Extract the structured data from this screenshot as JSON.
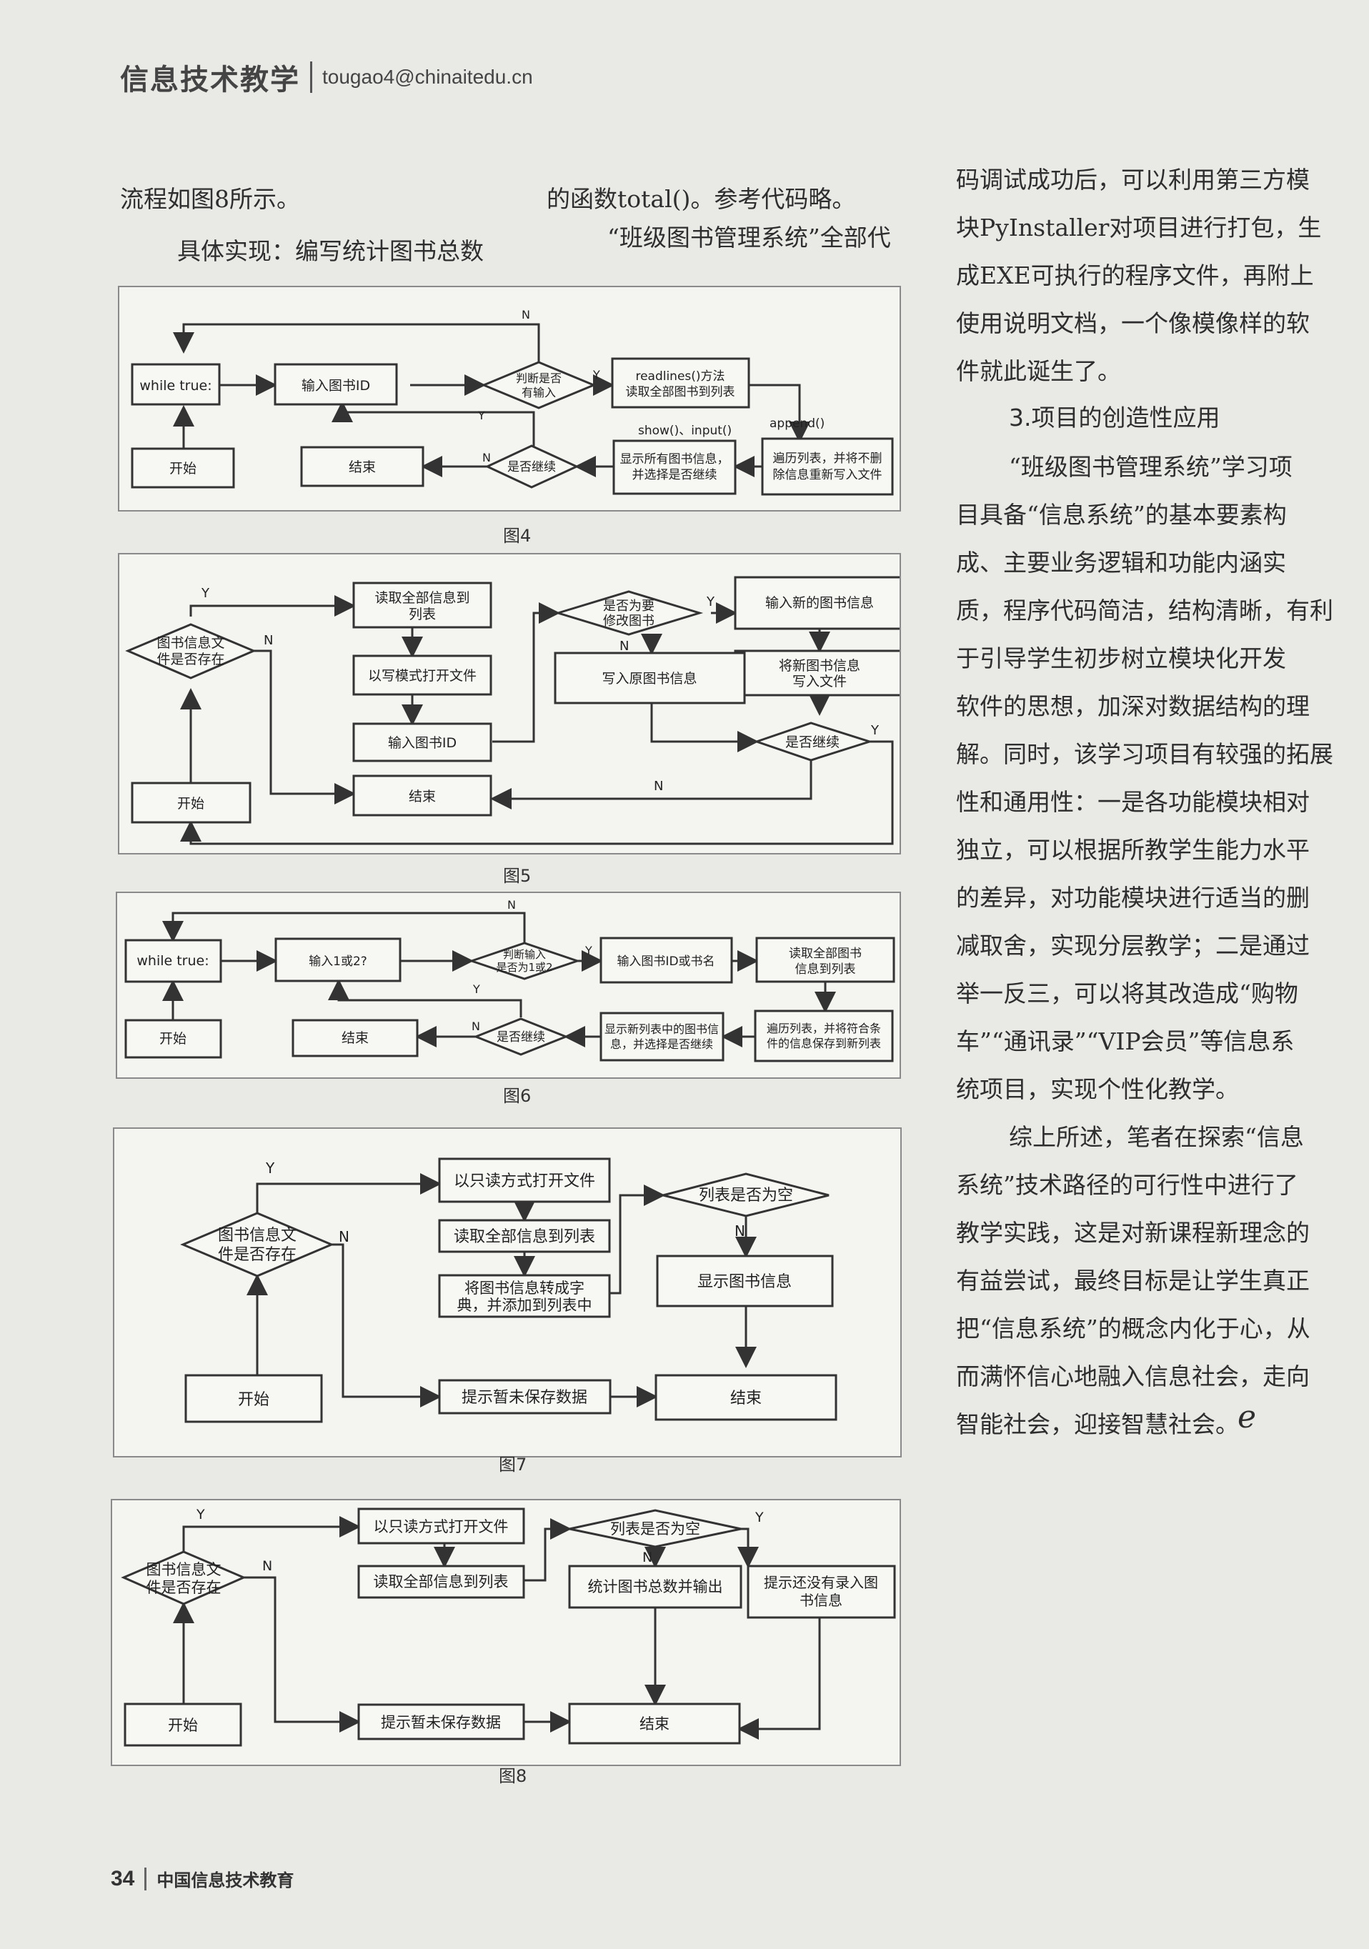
{
  "header": {
    "title": "信息技术教学",
    "email": "tougao4@chinaitedu.cn"
  },
  "left_text": {
    "line1": "流程如图8所示。",
    "line2": "具体实现：编写统计图书总数"
  },
  "mid_text": {
    "line1": "的函数total()。参考代码略。",
    "line2": "“班级图书管理系统”全部代"
  },
  "right_text": {
    "lines": [
      "码调试成功后，可以利用第三方模",
      "块PyInstaller对项目进行打包，生",
      "成EXE可执行的程序文件，再附上",
      "使用说明文档，一个像模像样的软",
      "件就此诞生了。",
      "3.项目的创造性应用",
      "“班级图书管理系统”学习项",
      "目具备“信息系统”的基本要素构",
      "成、主要业务逻辑和功能内涵实",
      "质，程序代码简洁，结构清晰，有利",
      "于引导学生初步树立模块化开发",
      "软件的思想，加深对数据结构的理",
      "解。同时，该学习项目有较强的拓展",
      "性和通用性：一是各功能模块相对",
      "独立，可以根据所教学生能力水平",
      "的差异，对功能模块进行适当的删",
      "减取舍，实现分层教学；二是通过",
      "举一反三，可以将其改造成“购物",
      "车”“通讯录”“VIP会员”等信息系",
      "统项目，实现个性化教学。",
      "综上所述，笔者在探索“信息",
      "系统”技术路径的可行性中进行了",
      "教学实践，这是对新课程新理念的",
      "有益尝试，最终目标是让学生真正",
      "把“信息系统”的概念内化于心，从",
      "而满怀信心地融入信息社会，走向",
      "智能社会，迎接智慧社会。"
    ],
    "end_mark": "e"
  },
  "figures": {
    "fig4": {
      "caption": "图4",
      "while": "while true:",
      "input_id": "输入图书ID",
      "judge": [
        "判断是否",
        "有输入"
      ],
      "read": [
        "readlines()方法",
        "读取全部图书到列表"
      ],
      "traverse": [
        "遍历列表，并将不删",
        "除信息重新写入文件"
      ],
      "show": [
        "显示所有图书信息，",
        "并选择是否继续"
      ],
      "cont": "是否继续",
      "end": "结束",
      "start": "开始",
      "lbl_append": "append()",
      "lbl_show": "show()、input()",
      "Y": "Y",
      "N": "N"
    },
    "fig5": {
      "caption": "图5",
      "exists": [
        "图书信息文",
        "件是否存在"
      ],
      "read_all": [
        "读取全部信息到",
        "列表"
      ],
      "open_write": "以写模式打开文件",
      "input_id": "输入图书ID",
      "modify": [
        "是否为要",
        "修改图书"
      ],
      "input_new": "输入新的图书信息",
      "write_new": [
        "将新图书信息",
        "写入文件"
      ],
      "write_orig": "写入原图书信息",
      "cont": "是否继续",
      "start": "开始",
      "end": "结束",
      "Y": "Y",
      "N": "N"
    },
    "fig6": {
      "caption": "图6",
      "while": "while true:",
      "input12": "输入1或2?",
      "judge": [
        "判断输入",
        "是否为1或2"
      ],
      "input_id_name": "输入图书ID或书名",
      "read": [
        "读取全部图书",
        "信息到列表"
      ],
      "traverse": [
        "遍历列表，并将符合条",
        "件的信息保存到新列表"
      ],
      "show": [
        "显示新列表中的图书信",
        "息，并选择是否继续"
      ],
      "cont": "是否继续",
      "start": "开始",
      "end": "结束",
      "Y": "Y",
      "N": "N"
    },
    "fig7": {
      "caption": "图7",
      "exists": [
        "图书信息文",
        "件是否存在"
      ],
      "open_read": "以只读方式打开文件",
      "read_all": "读取全部信息到列表",
      "to_dict": [
        "将图书信息转成字",
        "典，并添加到列表中"
      ],
      "empty": "列表是否为空",
      "show": "显示图书信息",
      "nosave": "提示暂未保存数据",
      "start": "开始",
      "end": "结束",
      "Y": "Y",
      "N": "N"
    },
    "fig8": {
      "caption": "图8",
      "exists": [
        "图书信息文",
        "件是否存在"
      ],
      "open_read": "以只读方式打开文件",
      "read_all": "读取全部信息到列表",
      "empty": "列表是否为空",
      "count": "统计图书总数并输出",
      "norec": [
        "提示还没有录入图",
        "书信息"
      ],
      "nosave": "提示暂未保存数据",
      "start": "开始",
      "end": "结束",
      "Y": "Y",
      "N": "N"
    }
  },
  "footer": {
    "page": "34",
    "magazine": "中国信息技术教育"
  }
}
